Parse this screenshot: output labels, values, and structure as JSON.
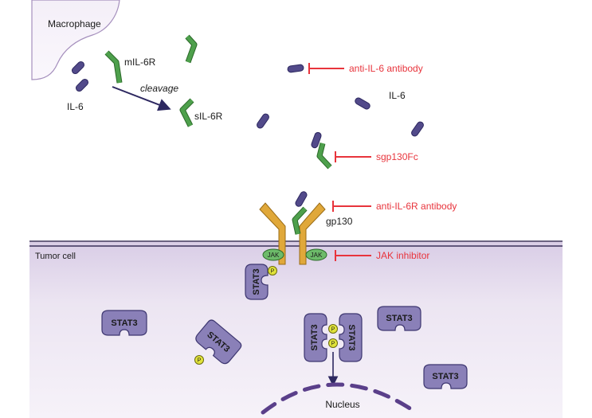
{
  "labels": {
    "macrophage": "Macrophage",
    "mil6r": "mIL-6R",
    "cleavage": "cleavage",
    "sil6r": "sIL-6R",
    "il6_left": "IL-6",
    "il6_right": "IL-6",
    "gp130": "gp130",
    "tumor_cell": "Tumor cell",
    "nucleus": "Nucleus",
    "stat3": "STAT3",
    "jak": "JAK",
    "p": "P"
  },
  "inhibitors": {
    "anti_il6": "anti-IL-6 antibody",
    "sgp130fc": "sgp130Fc",
    "anti_il6r": "anti-IL-6R antibody",
    "jak": "JAK inhibitor"
  },
  "colors": {
    "inhibitor": "#e8343c",
    "il6": "#524a8a",
    "receptor": "#4ea04c",
    "gp130": "#e0a83a",
    "stat3": "#8a80b8",
    "jak": "#6dbb6a",
    "phospho": "#e0e23a",
    "cell": "#e9e1f0",
    "membrane": "#3b3159",
    "nucleus": "#5a3f8a"
  }
}
